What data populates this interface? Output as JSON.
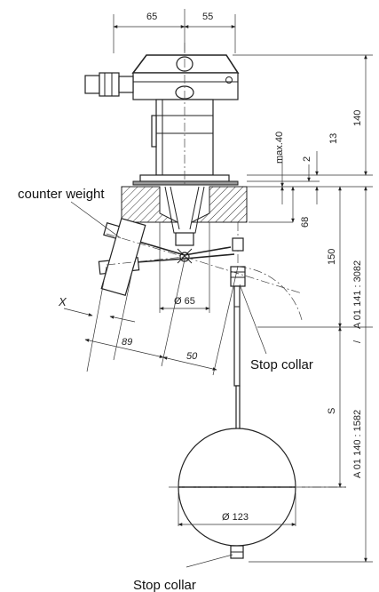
{
  "labels": {
    "counter_weight": "counter weight",
    "stop_collar_upper": "Stop collar",
    "stop_collar_lower": "Stop collar",
    "x_label": "X"
  },
  "dimensions": {
    "d65_top": "65",
    "d55_top": "55",
    "d140": "140",
    "d13": "13",
    "d2": "2",
    "dmax40": "max.40",
    "d68": "68",
    "d150": "150",
    "dia65": "Ø 65",
    "d89": "89",
    "d50": "50",
    "dS": "S",
    "dia123": "Ø 123",
    "range_a01141": "A 01 141 : 3082",
    "range_sep": "/",
    "range_a01140": "A 01 140 : 1582"
  }
}
